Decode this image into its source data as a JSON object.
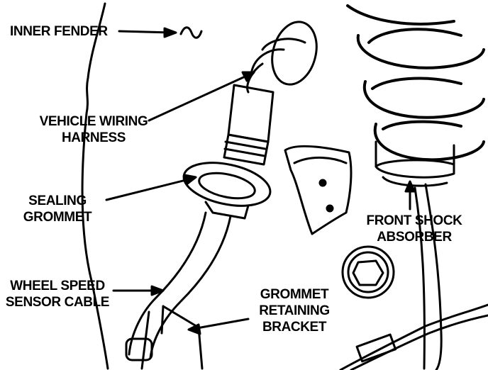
{
  "diagram": {
    "labels": {
      "inner_fender": "INNER FENDER",
      "vehicle_wiring_harness": [
        "VEHICLE WIRING",
        "HARNESS"
      ],
      "sealing_grommet": [
        "SEALING",
        "GROMMET"
      ],
      "wheel_speed_sensor_cable": [
        "WHEEL SPEED",
        "SENSOR CABLE"
      ],
      "grommet_retaining_bracket": [
        "GROMMET",
        "RETAINING",
        "BRACKET"
      ],
      "front_shock_absorber": [
        "FRONT SHOCK",
        "ABSORBER"
      ]
    },
    "colors": {
      "ink": "#000000",
      "paper": "#ffffff"
    }
  }
}
